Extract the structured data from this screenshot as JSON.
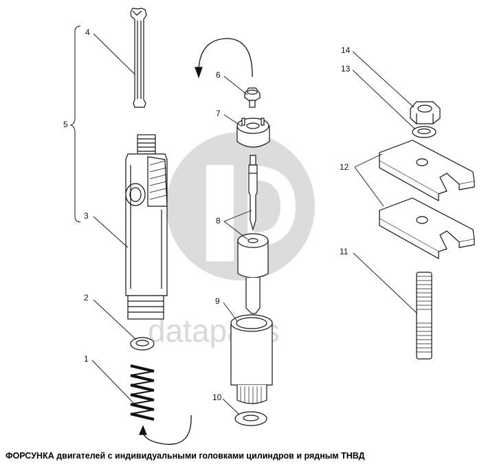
{
  "caption": "ФОРСУНКА двигателей с индивидуальными головками цилиндров и рядным ТНВД",
  "watermark": {
    "text": "dataparts",
    "color": "#d9d9d9"
  },
  "callouts": {
    "c1": "1",
    "c2": "2",
    "c3": "3",
    "c4": "4",
    "c5": "5",
    "c6": "6",
    "c7": "7",
    "c8": "8",
    "c9": "9",
    "c10": "10",
    "c11": "11",
    "c12": "12",
    "c13": "13",
    "c14": "14"
  },
  "colors": {
    "line": "#111111",
    "background": "#ffffff",
    "watermark": "#d9d9d9"
  }
}
